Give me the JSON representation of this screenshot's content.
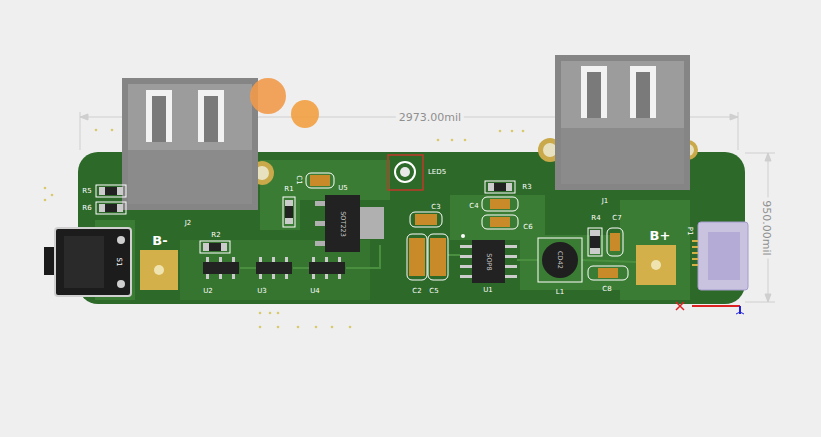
{
  "diagram": {
    "nodes": [
      {
        "text": [
          "SOT223"
        ]
      },
      {
        "text": [
          "SOP8"
        ]
      },
      {
        "text": [
          "CD42"
        ]
      }
    ],
    "labels": [
      "2973.00mil",
      "950.00mil",
      "R5",
      "R6",
      "J2",
      "S1",
      "B-",
      "R2",
      "U2",
      "U3",
      "U4",
      "C1",
      "R1",
      "U5",
      "LED5",
      "C3",
      "C2",
      "C5",
      "R3",
      "C4",
      "C6",
      "U1",
      "L1",
      "R4",
      "C7",
      "C8",
      "B+",
      "J1",
      "P1"
    ]
  }
}
